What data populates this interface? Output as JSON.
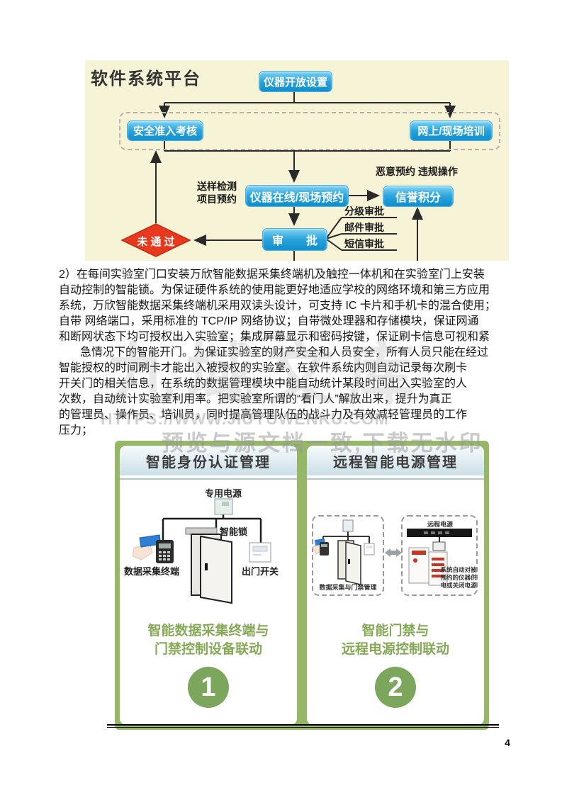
{
  "page_number": "4",
  "fc": {
    "title": "软件系统平台",
    "nodes": {
      "open_setting": "仪器开放设置",
      "safety_exam": "安全准入考核",
      "training": "网上/现场培训",
      "reservation": "仪器在线/现场预约",
      "credit": "信誉积分",
      "approval": "审　　批",
      "not_passed": "未 通 过"
    },
    "labels": {
      "sample_test": "送样检测",
      "project_reserve": "项目预约",
      "malicious": "恶意预约 违规操作",
      "approve_level": "分级审批",
      "approve_mail": "邮件审批",
      "approve_sms": "短信审批"
    }
  },
  "para": {
    "lines": [
      "2）在每间实验室门口安装万欣智能数据采集终端机及触控一体机和在实验室门上安装",
      "自动控制的智能锁。为保证硬件系统的使用能更好地适应学校的网络环境和第三方应用",
      "系统，万欣智能数据采集终端机采用双读头设计，可支持 IC 卡片和手机卡的混合使用；",
      "自带 网络端口，采用标准的 TCP/IP 网络协议；自带微处理器和存储模块，保证网通",
      "和断网状态下均可授权出入实验室；集成屏幕显示和密码按键，保证刷卡信息可视和紧",
      "急情况下的智能开门。为保证实验室的财产安全和人员安全，所有人员只能在经过",
      "智能授权的时间刷卡才能出入被授权的实验室。在软件系统内则自动记录每次刷卡",
      "开关门的相关信息，在系统的数据管理模块中能自动统计某段时间出入实验室的人",
      "次数，自动统计实验室利用率。把实验室所谓的“看门人”解放出来，提升为真正",
      "的管理员、操作员、培训员，同时提高管理队伍的战斗力及有效减轻管理员的工作",
      "压力；"
    ]
  },
  "wm": {
    "big": "九域文库",
    "url": "HTTPS://WWW.JIUYUWENKU.COM",
    "note": "预览与源文档一致,下载无水印"
  },
  "panels": [
    {
      "title": "智能身份认证管理",
      "labels": {
        "power": "专用电源",
        "lock": "智能锁",
        "terminal": "数据采集终端",
        "exit": "出门开关"
      },
      "caption1": "智能数据采集终端与",
      "caption2": "门禁控制设备联动",
      "number": "1"
    },
    {
      "title": "远程智能电源管理",
      "labels": {
        "remote_power": "远程电源",
        "door_mgmt": "数据采集与门禁管理",
        "note1": "系统自动对被",
        "note2": "预约的仪器供",
        "note3": "电或关闭电源"
      },
      "caption1": "智能门禁与",
      "caption2": "远程电源控制联动",
      "number": "2"
    }
  ]
}
